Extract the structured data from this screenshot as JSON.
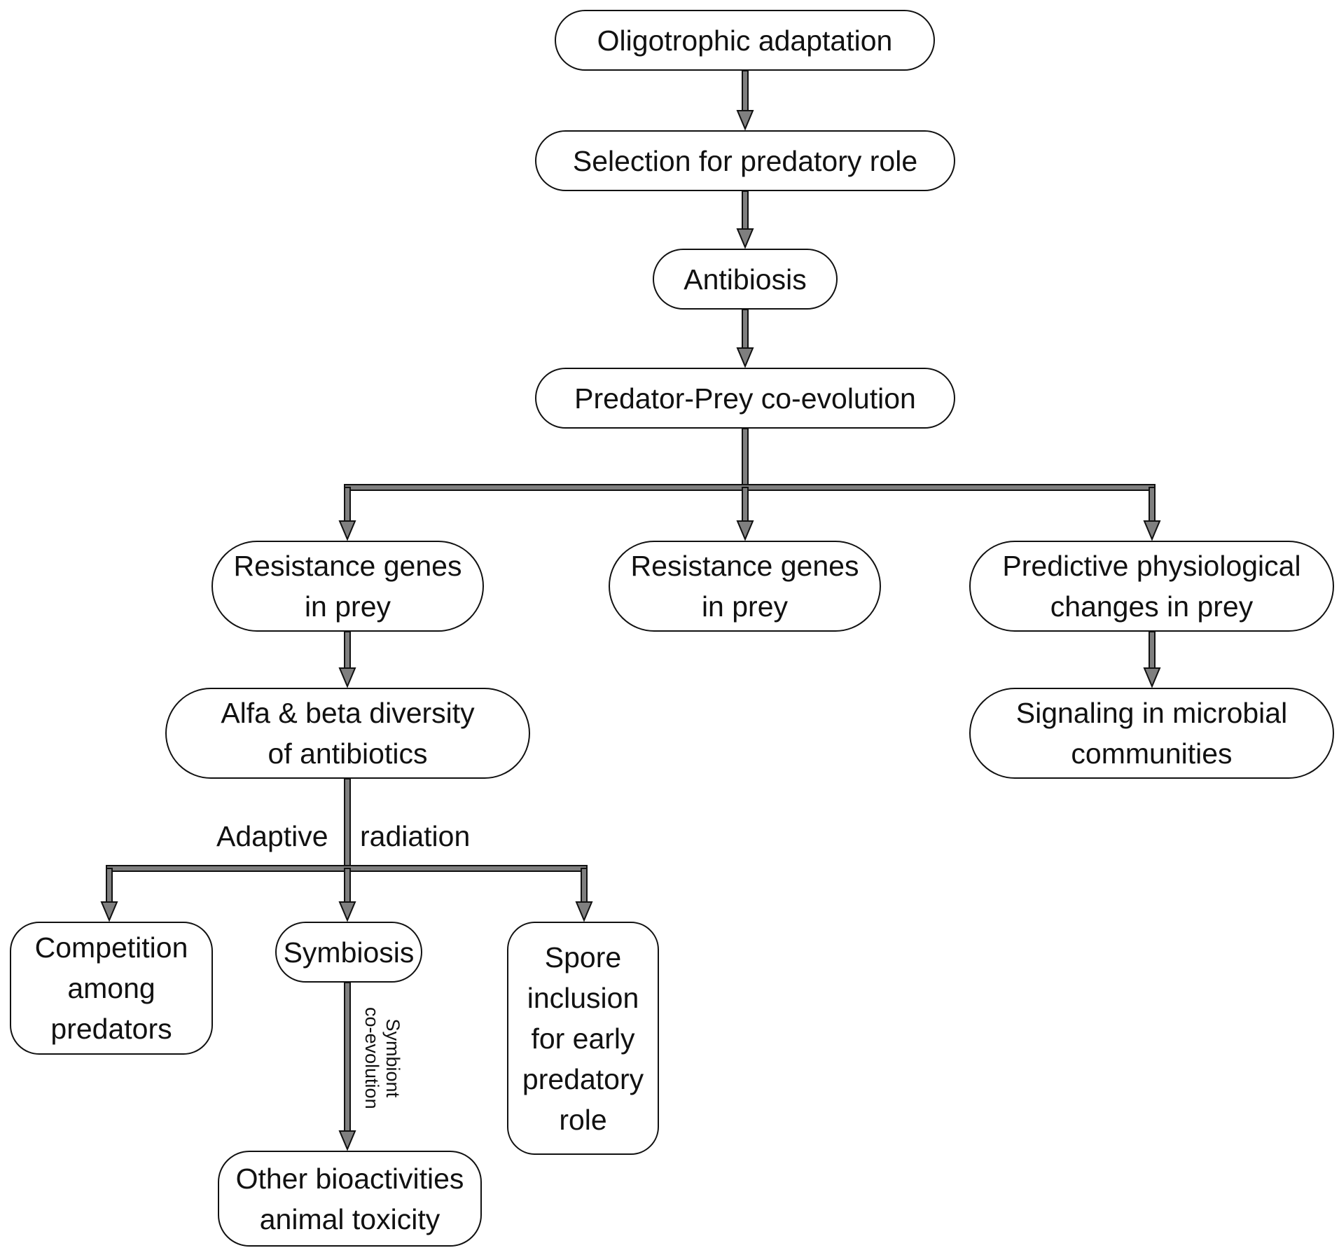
{
  "nodes": {
    "oligotrophic": "Oligotrophic adaptation",
    "selection": "Selection for predatory role",
    "antibiosis": "Antibiosis",
    "coevolution": "Predator-Prey co-evolution",
    "resistance_left": [
      "Resistance genes",
      "in prey"
    ],
    "resistance_mid": [
      "Resistance genes",
      "in prey"
    ],
    "predictive": [
      "Predictive physiological",
      "changes in prey"
    ],
    "diversity": [
      "Alfa & beta diversity",
      "of antibiotics"
    ],
    "signaling": [
      "Signaling in microbial",
      "communities"
    ],
    "competition": [
      "Competition",
      "among",
      "predators"
    ],
    "symbiosis": "Symbiosis",
    "spore": [
      "Spore",
      "inclusion",
      "for early",
      "predatory",
      "role"
    ],
    "other": [
      "Other bioactivities",
      "animal toxicity"
    ]
  },
  "labels": {
    "adaptive": "Adaptive",
    "radiation": "radiation",
    "symbiont": [
      "Symbiont",
      "co-evolution"
    ]
  },
  "colors": {
    "arrow_fill": "#7f7f7f",
    "stroke": "#111111"
  }
}
